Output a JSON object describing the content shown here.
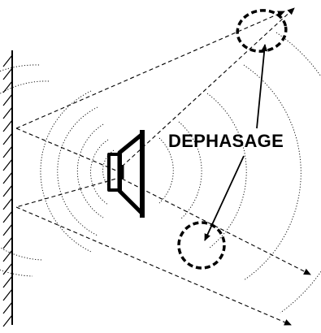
{
  "diagram": {
    "label": "DEPHASAGE",
    "elements": {
      "wall": "hatched-wall",
      "source": "loudspeaker-icon",
      "wavefronts": "dotted-circular-waves",
      "direct_paths": "dashed-arrows",
      "reflected_paths": "dashed-arrows-from-wall",
      "interference_zones": "dashed-circles"
    },
    "colors": {
      "stroke": "#000000",
      "background": "#ffffff"
    }
  }
}
